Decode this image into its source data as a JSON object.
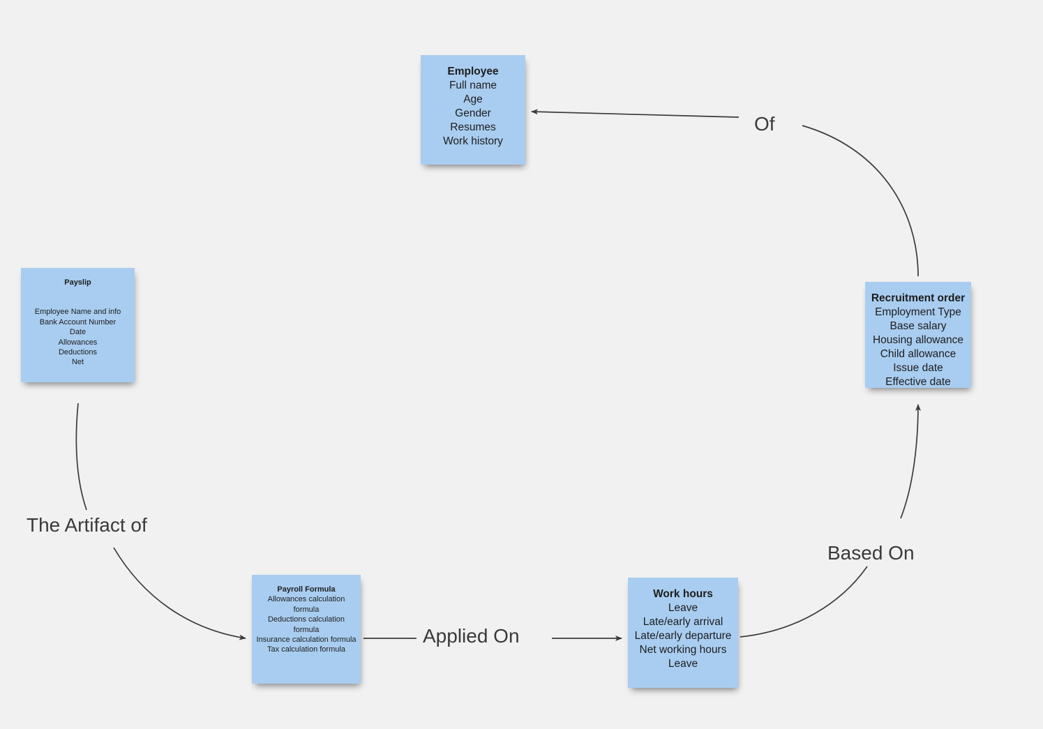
{
  "background_color": "#f1f1f1",
  "note_color": "#a9cdf0",
  "edge_color": "#3a3a3a",
  "notes": {
    "employee": {
      "title": "Employee",
      "lines": [
        "Full name",
        "Age",
        "Gender",
        "Resumes",
        "Work history"
      ]
    },
    "recruitment_order": {
      "title": "Recruitment order",
      "lines": [
        "Employment Type",
        "Base salary",
        "Housing allowance",
        "Child allowance",
        "Issue date",
        "Effective date"
      ]
    },
    "payslip": {
      "title": "Payslip",
      "lines": [
        "Employee Name and info",
        "Bank Account Number",
        "Date",
        "Allowances",
        "Deductions",
        "Net"
      ]
    },
    "work_hours": {
      "title": "Work hours",
      "lines": [
        "Leave",
        "Late/early arrival",
        "Late/early departure",
        "Net working hours",
        "Leave"
      ]
    },
    "payroll_formula": {
      "title": "Payroll Formula",
      "lines": [
        "Allowances calculation formula",
        "Deductions calculation formula",
        "Insurance calculation formula",
        "Tax calculation formula"
      ]
    }
  },
  "edges": {
    "of": "Of",
    "based_on": "Based On",
    "applied_on": "Applied On",
    "the_artifact_of": "The Artifact of"
  }
}
